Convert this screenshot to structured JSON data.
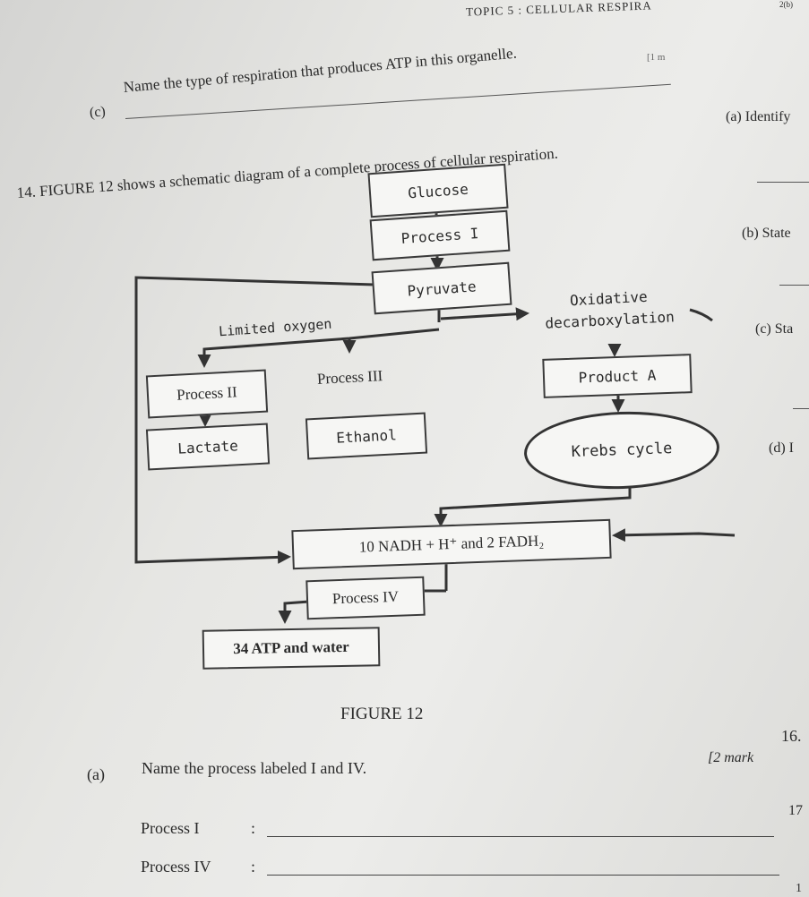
{
  "header": {
    "topic": "TOPIC 5 : CELLULAR RESPIRA",
    "page_fragment": "2(b)"
  },
  "prev_question": {
    "line1": "Name the type of respiration that produces ATP in this organelle.",
    "label_c": "(c)",
    "marks": "[1 m"
  },
  "side_column": {
    "a": "(a) Identify",
    "b": "(b) State",
    "c": "(c) Sta",
    "d": "(d) I",
    "n16": "16.",
    "n17": "17",
    "n1": "1"
  },
  "question14": {
    "stem": "14. FIGURE 12 shows a schematic diagram of a complete process of cellular respiration."
  },
  "diagram": {
    "glucose": "Glucose",
    "process1": "Process I",
    "pyruvate": "Pyruvate",
    "oxidative1": "Oxidative",
    "oxidative2": "decarboxylation",
    "limited_oxygen": "Limited oxygen",
    "process2": "Process II",
    "process3": "Process III",
    "productA": "Product A",
    "lactate": "Lactate",
    "ethanol": "Ethanol",
    "krebs": "Krebs cycle",
    "nadh": "10 NADH + H⁺ and 2 FADH₂",
    "process4": "Process IV",
    "atp": "34 ATP and water"
  },
  "figure_caption": "FIGURE 12",
  "subq_a": {
    "label": "(a)",
    "text": "Name the process labeled I and IV.",
    "marks": "[2 mark",
    "answer1_label": "Process I",
    "answer1_colon": ":",
    "answer2_label": "Process IV",
    "answer2_colon": ":"
  }
}
